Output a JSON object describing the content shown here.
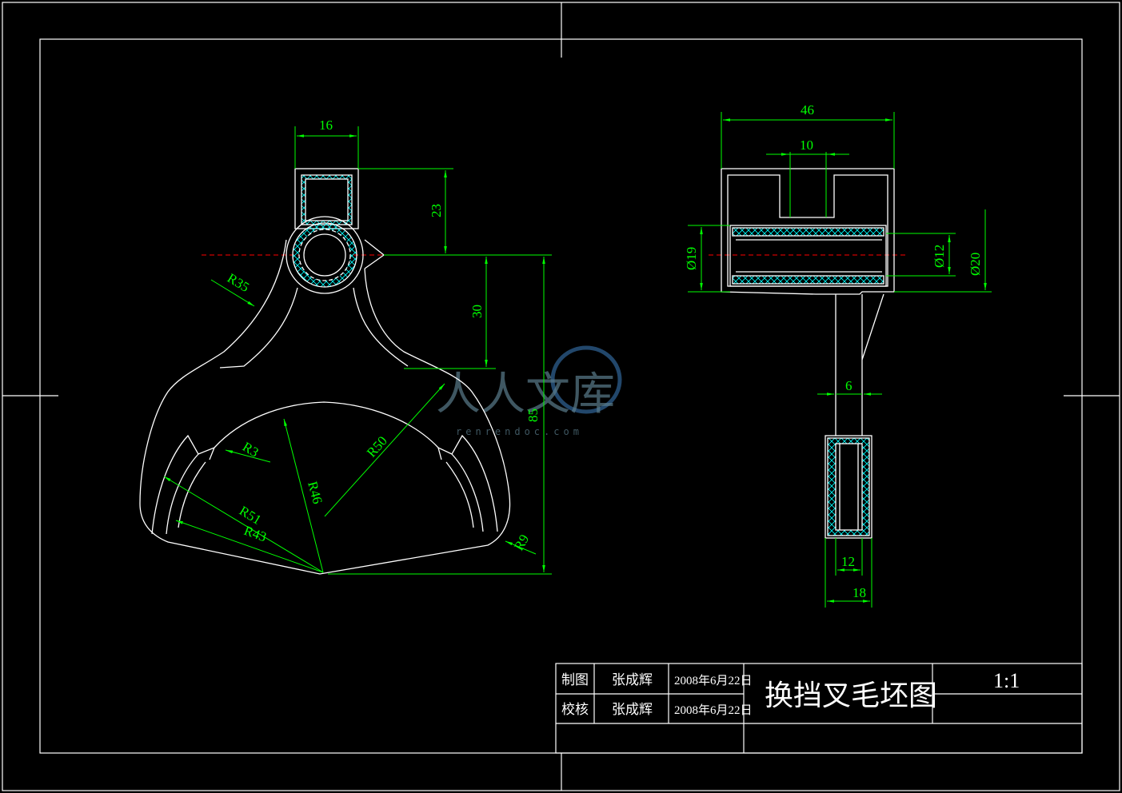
{
  "drawing": {
    "front_view_dims": {
      "width_16": "16",
      "height_23": "23",
      "height_30": "30",
      "height_85": "85",
      "r35": "R35",
      "r3": "R3",
      "r50": "R50",
      "r46": "R46",
      "r51": "R51",
      "r43": "R43",
      "r9": "R9"
    },
    "side_view_dims": {
      "width_46": "46",
      "width_10": "10",
      "dia_19": "Ø19",
      "dia_12": "Ø12",
      "dia_20": "Ø20",
      "width_6": "6",
      "width_12": "12",
      "width_18": "18"
    },
    "colors": {
      "outline": "#ffffff",
      "dimension": "#00ff00",
      "hatch": "#00ffff",
      "centerline": "#ff0000",
      "background": "#000000"
    }
  },
  "title_block": {
    "row1_label": "制图",
    "row1_name": "张成辉",
    "row1_date": "2008年6月22日",
    "row2_label": "校核",
    "row2_name": "张成辉",
    "row2_date": "2008年6月22日",
    "drawing_title": "换挡叉毛坯图",
    "scale": "1:1"
  },
  "watermark": {
    "text": "人人文库",
    "url_text": "renrendoc.com"
  }
}
